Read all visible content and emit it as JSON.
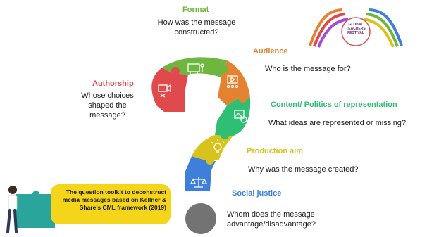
{
  "format": {
    "title": "Format",
    "text": "How was the message constructed?"
  },
  "audience": {
    "title": "Audience",
    "text": "Who is the message for?"
  },
  "authorship": {
    "title": "Authorship",
    "text": "Whose choices shaped the message?"
  },
  "content": {
    "title": "Content/ Politics of representation",
    "text": "What ideas are represented or missing?"
  },
  "production": {
    "title": "Production aim",
    "text": "Why was the message created?"
  },
  "social": {
    "title": "Social justice",
    "text": "Whom does the message advantage/disadvantage?"
  },
  "callout": {
    "text": "The question toolkit to deconstruct media messages based on Kellner & Share’s CML framework (2019)"
  },
  "logo": {
    "line1": "GLOBAL",
    "line2": "TEACHERS",
    "line3": "FESTIVAL"
  },
  "colors": {
    "format": "#6fb63f",
    "audience": "#e4822f",
    "authorship": "#e04a4d",
    "content": "#2fbf74",
    "production": "#d8c21c",
    "social": "#3d7fd9",
    "dot": "#737373",
    "callout": "#f4d51a"
  },
  "icons": [
    "map-presenter-icon",
    "film-audience-icon",
    "video-camera-icon",
    "gallery-image-icon",
    "lightbulb-gear-icon",
    "justice-scale-icon",
    "puzzle-person-icon"
  ]
}
